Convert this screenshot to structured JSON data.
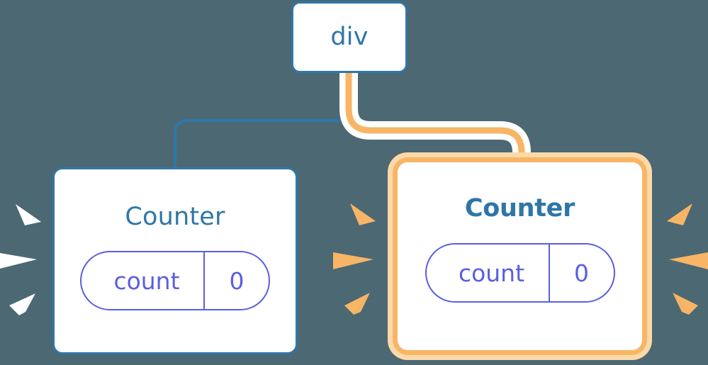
{
  "diagram": {
    "title": "component-tree-rerender",
    "background_color": "#4c6872",
    "colors": {
      "node_border_blue": "#2e77ab",
      "node_title_blue": "#2e76a8",
      "state_purple": "#5a5fe0",
      "highlight_amber": "#f8b566",
      "highlight_amber_light": "#fbd9a8",
      "wire_blue": "#2e77ab",
      "wire_white": "#ffffff",
      "burst_white": "#ffffff",
      "burst_amber": "#f8b566",
      "node_fill": "#ffffff"
    }
  },
  "nodes": {
    "root": {
      "label": "div",
      "highlighted": false
    },
    "child_left": {
      "label": "Counter",
      "highlighted": false,
      "state": {
        "key": "count",
        "value": "0"
      }
    },
    "child_right": {
      "label": "Counter",
      "highlighted": true,
      "state": {
        "key": "count",
        "value": "0"
      }
    }
  },
  "edges": [
    {
      "name": "root-to-left-counter",
      "from": "root",
      "to": "child_left",
      "style": "thin-blue"
    },
    {
      "name": "root-to-right-counter",
      "from": "root",
      "to": "child_right",
      "style": "amber-with-white-halo"
    }
  ],
  "bursts": [
    {
      "name": "burst-left-of-left-counter",
      "color": "#ffffff",
      "direction": "right",
      "count": 3
    },
    {
      "name": "burst-right-of-left-counter",
      "color": "#f8b566",
      "direction": "right",
      "count": 3
    },
    {
      "name": "burst-right-of-right-counter",
      "color": "#f8b566",
      "direction": "left",
      "count": 3
    }
  ]
}
